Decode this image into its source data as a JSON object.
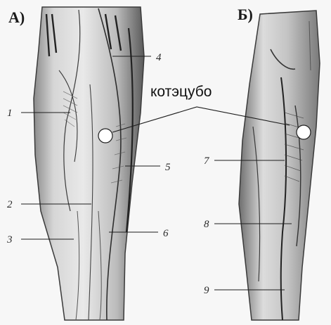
{
  "panels": [
    {
      "id": "A",
      "heading": "А)"
    },
    {
      "id": "B",
      "heading": "Б)"
    }
  ],
  "point_label": "котэцубо",
  "labels": [
    "1",
    "2",
    "3",
    "4",
    "5",
    "6",
    "7",
    "8",
    "9"
  ],
  "colors": {
    "ink": "#1e1e1e",
    "skin_light": "#e4e4e4",
    "skin_mid": "#bdbdbd",
    "skin_dark": "#6a6a6a",
    "background": "#f7f7f7"
  }
}
